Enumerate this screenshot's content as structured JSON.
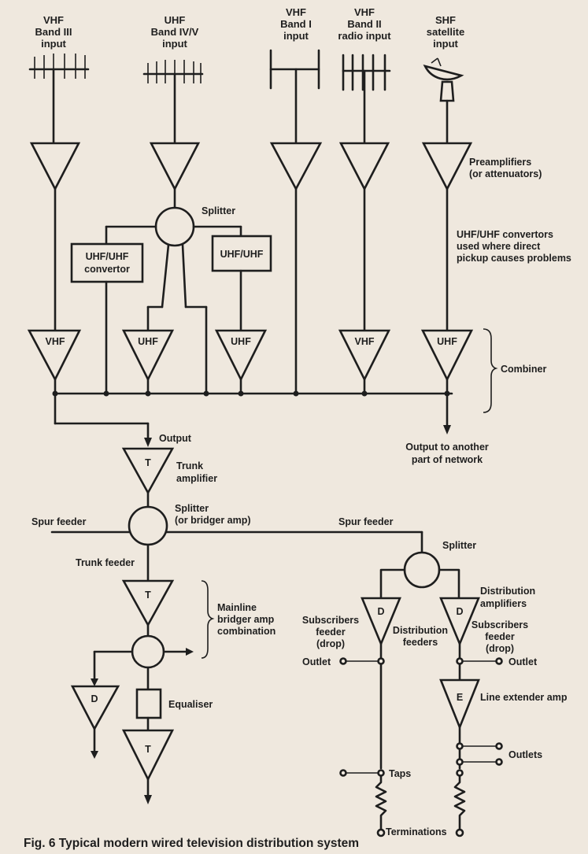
{
  "inputs": {
    "vhf3": [
      "VHF",
      "Band III",
      "input"
    ],
    "uhf": [
      "UHF",
      "Band IV/V",
      "input"
    ],
    "vhf1": [
      "VHF",
      "Band I",
      "input"
    ],
    "vhf2": [
      "VHF",
      "Band II",
      "radio input"
    ],
    "shf": [
      "SHF",
      "satellite",
      "input"
    ]
  },
  "labels": {
    "preamps": [
      "Preamplifiers",
      "(or attenuators)"
    ],
    "splitter_top": "Splitter",
    "uhf_conv_box": [
      "UHF/UHF",
      "convertor"
    ],
    "uhf_box": "UHF/UHF",
    "convertors_note": [
      "UHF/UHF convertors",
      "used where direct",
      "pickup causes problems"
    ],
    "amp_vhf": "VHF",
    "amp_uhf": "UHF",
    "combiner": "Combiner",
    "output": "Output",
    "output_other": [
      "Output to another",
      "part of network"
    ],
    "trunk_amp_symbol": "T",
    "trunk_amp": [
      "Trunk",
      "amplifier"
    ],
    "splitter_bridger": [
      "Splitter",
      "(or bridger amp)"
    ],
    "spur_feeder": "Spur feeder",
    "trunk_feeder": "Trunk feeder",
    "splitter": "Splitter",
    "mainline": [
      "Mainline",
      "bridger amp",
      "combination"
    ],
    "dist_symbol": "D",
    "ext_symbol": "E",
    "dist_amps": [
      "Distribution",
      "amplifiers"
    ],
    "subscribers_feeder": [
      "Subscribers",
      "feeder",
      "(drop)"
    ],
    "dist_feeders": [
      "Distribution",
      "feeders"
    ],
    "outlet": "Outlet",
    "line_extender": "Line extender amp",
    "outlets": "Outlets",
    "taps": "Taps",
    "terminations": "Terminations",
    "equaliser": "Equaliser"
  },
  "caption": "Fig. 6 Typical modern wired television distribution system",
  "colors": {
    "ink": "#1e1e1e",
    "paper": "#efe8de"
  }
}
